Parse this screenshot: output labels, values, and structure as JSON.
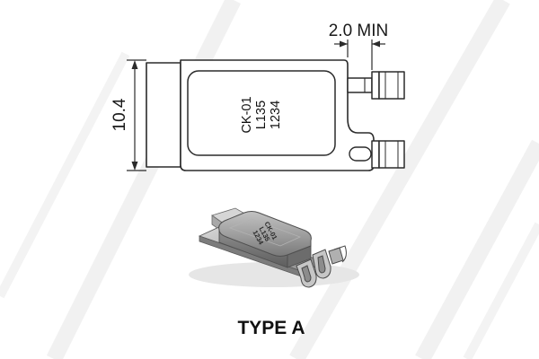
{
  "drawing": {
    "dimensions": {
      "height": "10.4",
      "clearance": "2.0 MIN"
    },
    "marking": {
      "line1": "CK-01",
      "line2": "L135",
      "line3": "1234"
    },
    "part_marking": {
      "line1": "CK-01",
      "line2": "L135",
      "line3": "1234"
    },
    "caption": "TYPE A"
  },
  "colors": {
    "outline": "#2b2b2b",
    "body_fill": "#ffffff",
    "part_body": "#9a9a9a",
    "part_metal": "#b8b8b8",
    "caption": "#111111"
  }
}
